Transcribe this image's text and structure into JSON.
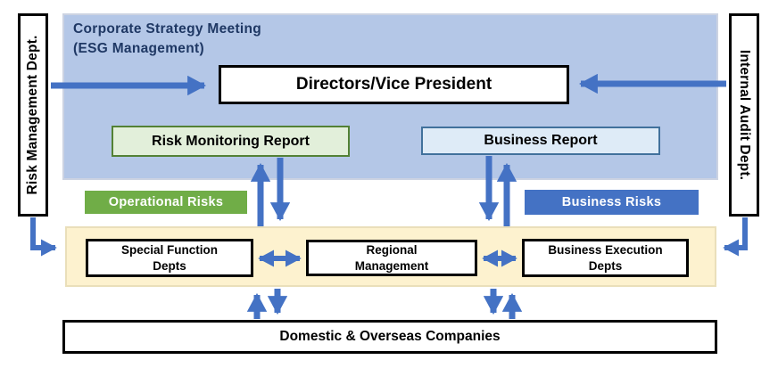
{
  "colors": {
    "arrow_blue": "#4472C4",
    "strategy_panel_fill": "#B4C7E7",
    "title_navy": "#1F3864",
    "operational_green": "#70AD47",
    "risk_monitoring_fill": "#E2EFDA",
    "risk_monitoring_border": "#538135",
    "business_report_fill": "#DEEBF7",
    "business_report_border": "#41719C",
    "execution_panel_fill": "#FDF2CF"
  },
  "sidebars": {
    "left": {
      "label": "Risk Management Dept."
    },
    "right": {
      "label": "Internal Audit Dept."
    }
  },
  "strategy_panel": {
    "title_line1": "Corporate Strategy Meeting",
    "title_line2": "(ESG Management)",
    "directors_label": "Directors/Vice President",
    "risk_monitoring_label": "Risk Monitoring Report",
    "business_report_label": "Business Report"
  },
  "risk_tags": {
    "operational": "Operational Risks",
    "business": "Business Risks"
  },
  "execution_panel": {
    "special_function": {
      "line1": "Special Function",
      "line2": "Depts"
    },
    "regional": {
      "line1": "Regional",
      "line2": "Management"
    },
    "business_execution": {
      "line1": "Business Execution",
      "line2": "Depts"
    }
  },
  "companies": {
    "label": "Domestic & Overseas Companies"
  }
}
